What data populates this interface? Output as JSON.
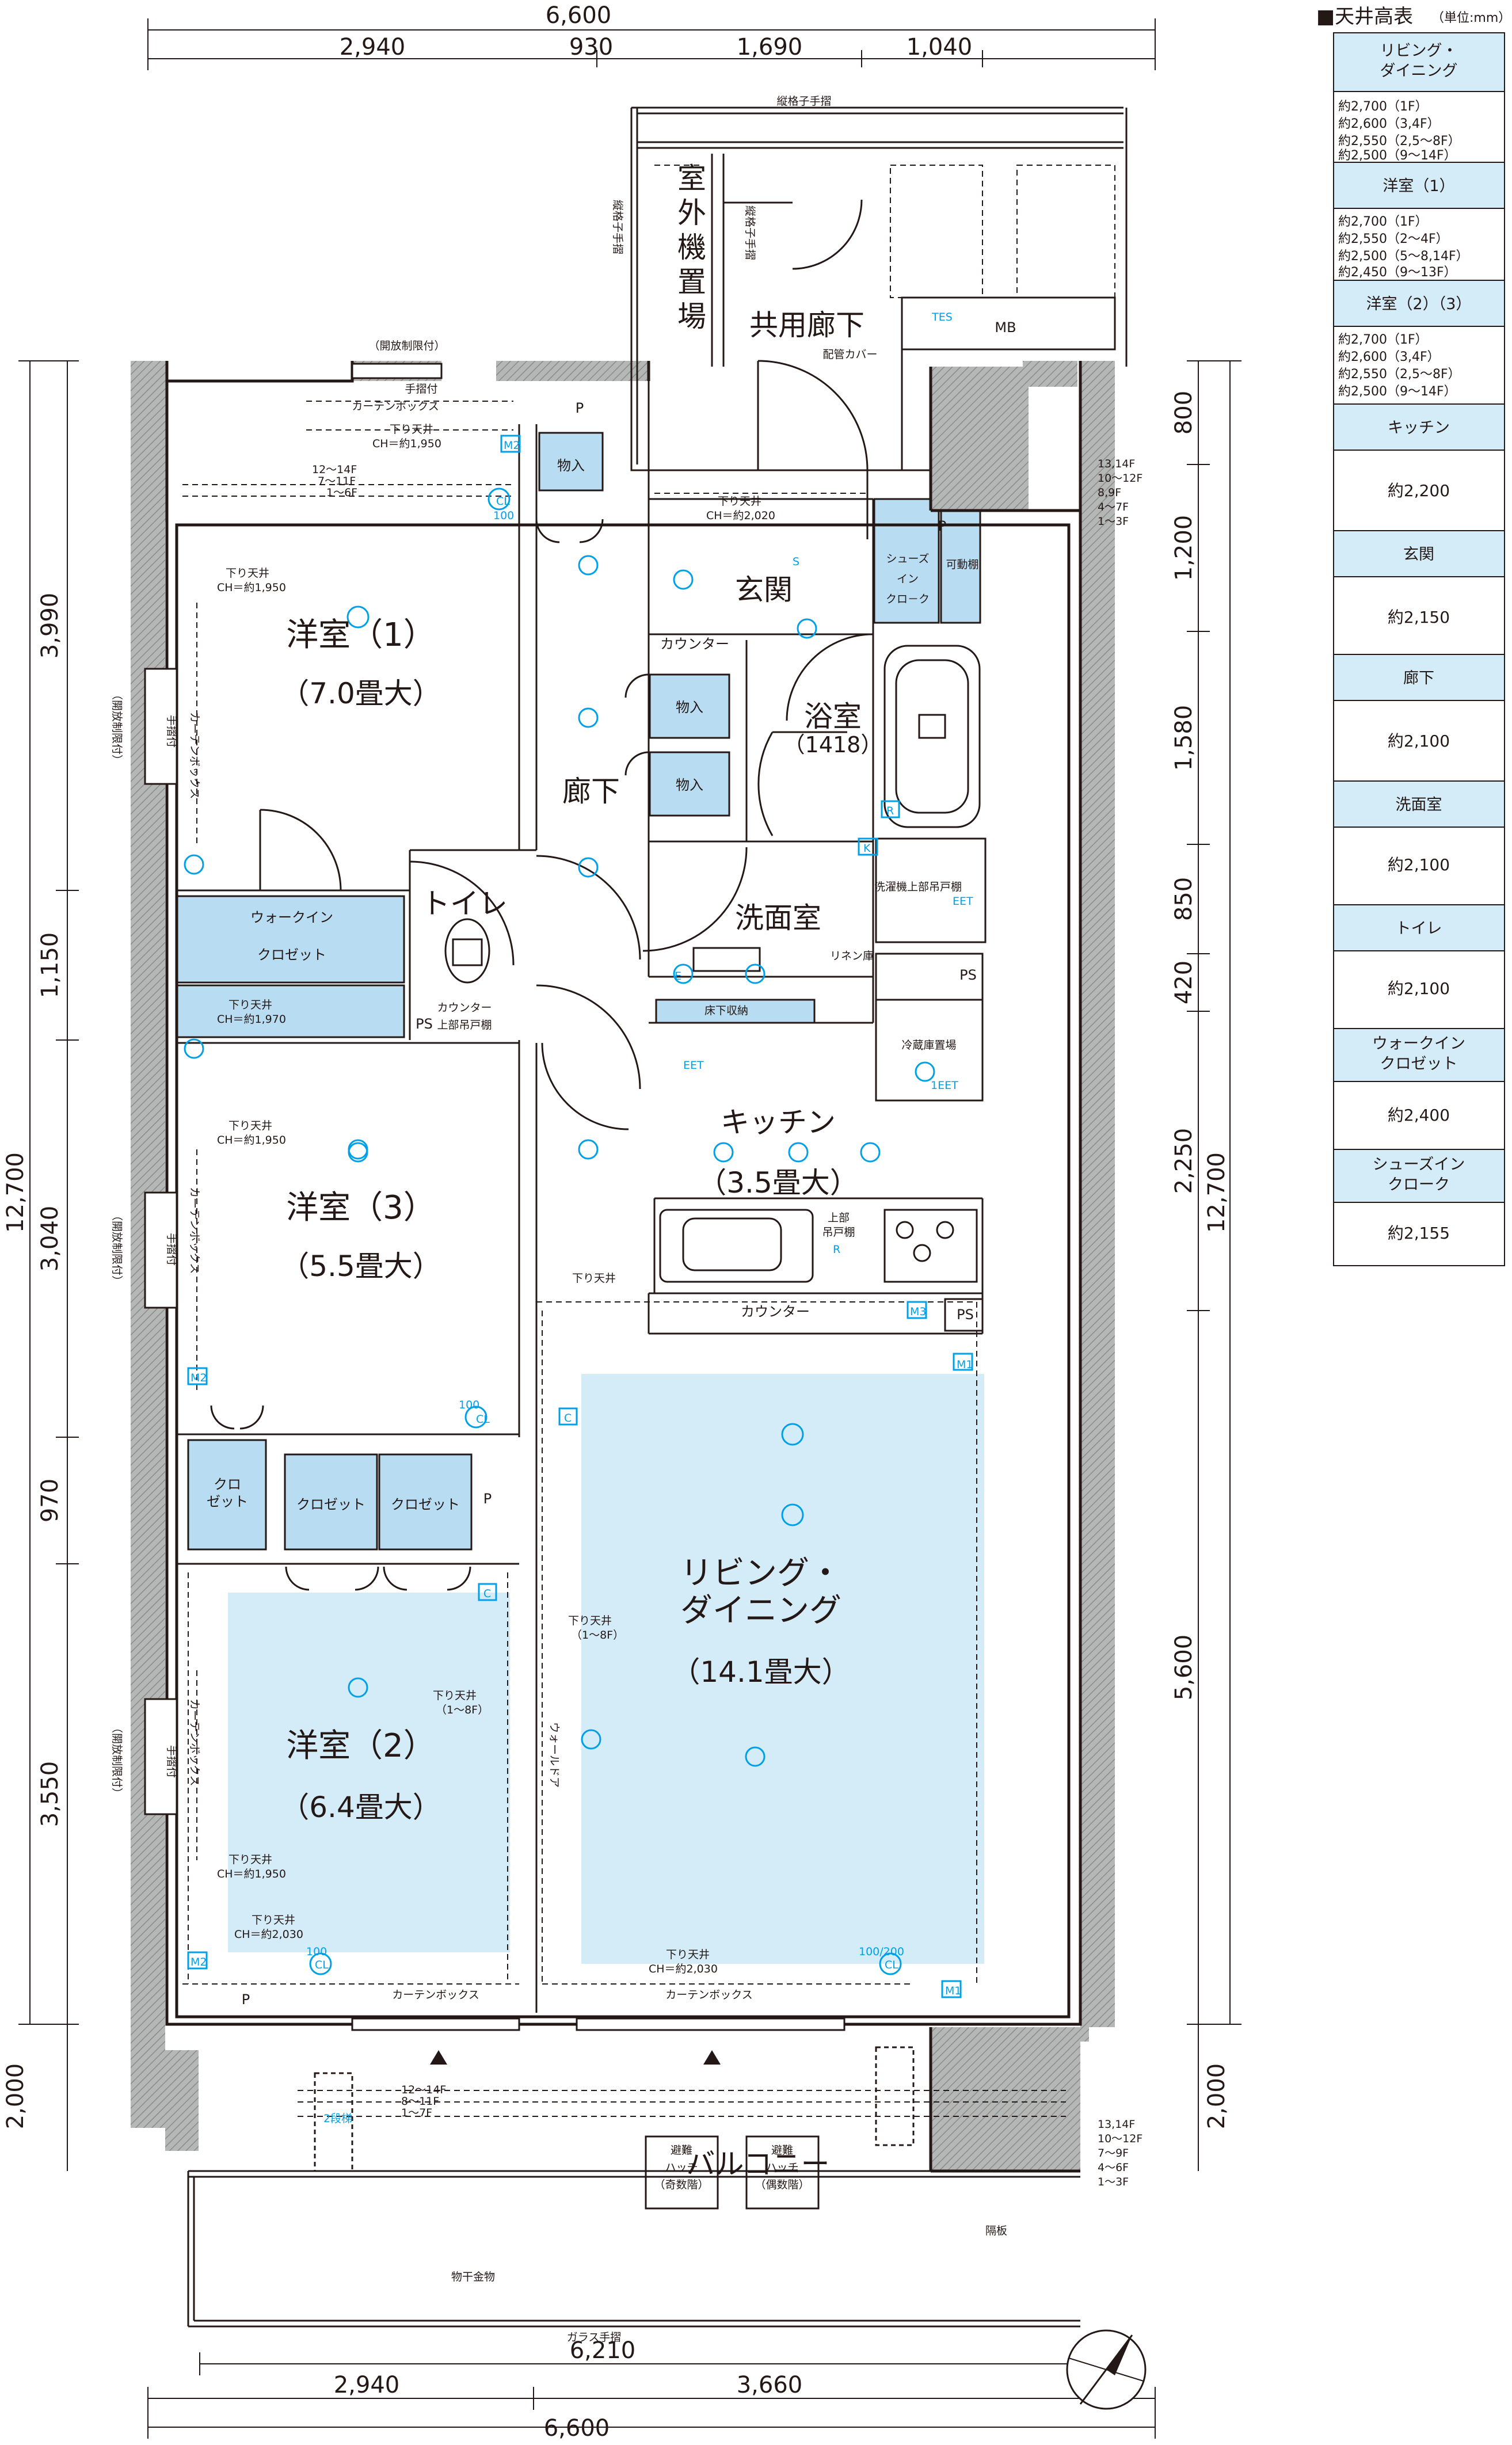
{
  "dimensions": {
    "top_total": "6,600",
    "top_segments": [
      "2,940",
      "930",
      "1,690",
      "1,040"
    ],
    "bottom_middle_total": "6,210",
    "bottom_segments": [
      "2,940",
      "3,660"
    ],
    "bottom_total": "6,600",
    "left_total": "12,700",
    "left_segments": [
      "3,990",
      "1,150",
      "3,040",
      "970",
      "3,550"
    ],
    "left_balcony": "2,000",
    "right_total": "12,700",
    "right_segments": [
      "800",
      "1,200",
      "1,580",
      "850",
      "420",
      "2,250",
      "5,600"
    ],
    "right_balcony": "2,000"
  },
  "rooms": {
    "western1_name": "洋室（1）",
    "western1_size": "（7.0畳大）",
    "western3_name": "洋室（3）",
    "western3_size": "（5.5畳大）",
    "western2_name": "洋室（2）",
    "western2_size": "（6.4畳大）",
    "living_name_1": "リビング・",
    "living_name_2": "ダイニング",
    "living_size": "（14.1畳大）",
    "kitchen_name": "キッチン",
    "kitchen_size": "（3.5畳大）",
    "bath_name": "浴室",
    "bath_size": "（1418）",
    "washroom": "洗面室",
    "toilet": "トイレ",
    "corridor": "廊下",
    "entrance": "玄関",
    "shared_corridor": "共用廊下",
    "outdoor_unit": "室外機置場",
    "balcony": "バルコニー"
  },
  "labels": {
    "storage": "物入",
    "counter": "カウンター",
    "walkin_1": "ウォークイン",
    "walkin_2": "クロゼット",
    "closet": "クロゼット",
    "closet_small_1": "クロ",
    "closet_small_2": "ゼット",
    "shoes_1": "シューズ",
    "shoes_2": "イン",
    "shoes_3": "クロ－ク",
    "movable_shelf": "可動棚",
    "linen": "リネン庫",
    "laundry_shelf": "洗濯機上部吊戸棚",
    "fridge": "冷蔵庫置場",
    "upper_cabinet_1": "上部",
    "upper_cabinet_2": "吊戸棚",
    "counter_upper_1": "カウンター",
    "counter_upper_2": "上部吊戸棚",
    "storage_under": "床下収納",
    "curtain_box": "カーテンボックス",
    "handrail": "手摺付",
    "open_limit": "（開放制限付）",
    "lattice_handrail": "縦格子手摺",
    "lattice_handrail_v": "縦格子手摺",
    "pipe_cover": "配管カバー",
    "ps": "PS",
    "p": "P",
    "mb": "MB",
    "tes": "TES",
    "wall_door": "ウォールドア",
    "down_ceiling": "下り天井",
    "clothes_hanger": "物干金物",
    "glass_handrail": "ガラス手摺",
    "partition": "隔板",
    "evac_hatch_odd_1": "避難",
    "evac_hatch_odd_2": "ハッチ",
    "evac_hatch_odd_3": "（奇数階）",
    "evac_hatch_even_1": "避難",
    "evac_hatch_even_2": "ハッチ",
    "evac_hatch_even_3": "（偶数階）",
    "ladder": "2段梯",
    "eet": "EET",
    "eet1": "1EET",
    "cl": "CL",
    "m1": "M1",
    "m2": "M2",
    "m3": "M3",
    "k": "K",
    "r": "R",
    "c": "C",
    "e": "E",
    "s": "S",
    "n100": "100",
    "n100_200": "100/200"
  },
  "ceiling_notes": {
    "ch_1950": "CH＝約1,950",
    "ch_2020": "CH＝約2,020",
    "ch_1970": "CH＝約1,970",
    "ch_2030": "CH＝約2,030",
    "floors_1_8": "（1～8F）",
    "floors_12_14": "12～14F",
    "floors_7_11": "7～11F",
    "floors_1_6": "1～6F",
    "floors_8_11": "8～11F",
    "floors_1_7": "1～7F",
    "floors_r_1314": "13,14F",
    "floors_r_1012": "10～12F",
    "floors_r_89": "8,9F",
    "floors_r_47": "4～7F",
    "floors_r_13": "1～3F",
    "floors_r_79": "7～9F",
    "floors_r_46": "4～6F"
  },
  "ceiling_table": {
    "title": "■天井高表",
    "unit": "（単位:mm）",
    "rows": [
      {
        "name": "リビング・ダイニング",
        "values": [
          "約2,700（1F）",
          "約2,600（3,4F）",
          "約2,550（2,5～8F）",
          "約2,500（9～14F）"
        ]
      },
      {
        "name": "洋室（1）",
        "values": [
          "約2,700（1F）",
          "約2,550（2～4F）",
          "約2,500（5～8,14F）",
          "約2,450（9～13F）"
        ]
      },
      {
        "name": "洋室（2）（3）",
        "values": [
          "約2,700（1F）",
          "約2,600（3,4F）",
          "約2,550（2,5～8F）",
          "約2,500（9～14F）"
        ]
      },
      {
        "name": "キッチン",
        "values": [
          "約2,200"
        ]
      },
      {
        "name": "玄関",
        "values": [
          "約2,150"
        ]
      },
      {
        "name": "廊下",
        "values": [
          "約2,100"
        ]
      },
      {
        "name": "洗面室",
        "values": [
          "約2,100"
        ]
      },
      {
        "name": "トイレ",
        "values": [
          "約2,100"
        ]
      },
      {
        "name": "ウォークインクロゼット",
        "values": [
          "約2,400"
        ]
      },
      {
        "name": "シューズインクローク",
        "values": [
          "約2,155"
        ]
      }
    ]
  },
  "colors": {
    "line": "#231815",
    "wall_gray": "#9fa0a0",
    "light_blue": "#d4ebf8",
    "mid_blue": "#b8dcf2",
    "accent_blue": "#00a0e9"
  }
}
